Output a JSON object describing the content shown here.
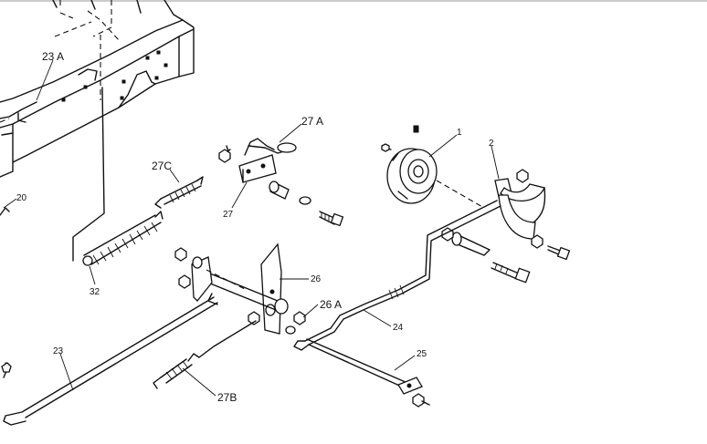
{
  "labels": {
    "l23a": "23 A",
    "l27a": "27 A",
    "l1": "1",
    "l2": "2",
    "l27c": "27C",
    "l20": "20",
    "l27": "27",
    "l32": "32",
    "l26": "26",
    "l26a": "26 A",
    "l24": "24",
    "l25": "25",
    "l23": "23",
    "l27b": "27B"
  }
}
